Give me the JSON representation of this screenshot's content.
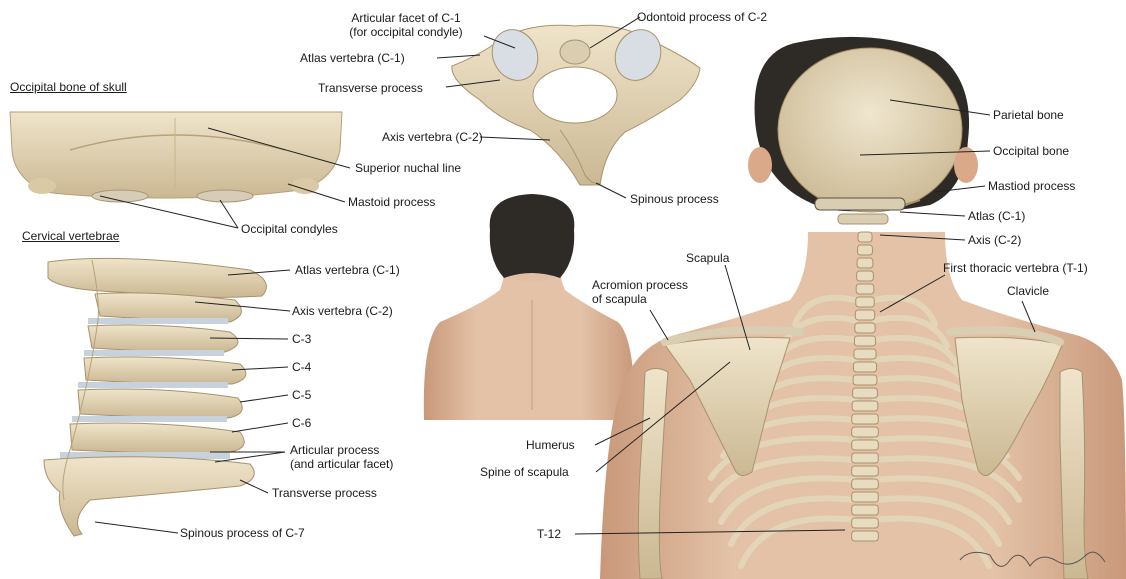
{
  "colors": {
    "bone": "#e8dcc0",
    "bone_shade": "#cdbb95",
    "bone_dark": "#b8a27a",
    "skin": "#e2bfa3",
    "skin_shade": "#c99a7d",
    "hair": "#2e2a26",
    "cartilage": "#c7d2dc",
    "leader": "#222222",
    "text": "#1a1a1a"
  },
  "headings": {
    "occipital_bone_of_skull": "Occipital bone of skull",
    "cervical_vertebrae": "Cervical vertebrae"
  },
  "labels": {
    "articular_facet_c1_line1": "Articular facet of C-1",
    "articular_facet_c1_line2": "(for occipital condyle)",
    "odontoid_process": "Odontoid process of C-2",
    "atlas_vertebra_top": "Atlas vertebra (C-1)",
    "transverse_process_top": "Transverse process",
    "axis_vertebra_top": "Axis vertebra (C-2)",
    "spinous_process_top": "Spinous process",
    "superior_nuchal_line": "Superior nuchal line",
    "mastoid_process": "Mastoid process",
    "occipital_condyles": "Occipital condyles",
    "atlas_vertebra_side": "Atlas vertebra (C-1)",
    "axis_vertebra_side": "Axis vertebra (C-2)",
    "c3": "C-3",
    "c4": "C-4",
    "c5": "C-5",
    "c6": "C-6",
    "articular_process_line1": "Articular process",
    "articular_process_line2": "(and articular facet)",
    "transverse_process_side": "Transverse process",
    "spinous_process_c7": "Spinous process of C-7",
    "parietal_bone": "Parietal bone",
    "occipital_bone": "Occipital bone",
    "mastiod_process": "Mastiod process",
    "atlas_c1": "Atlas (C-1)",
    "axis_c2": "Axis (C-2)",
    "scapula": "Scapula",
    "first_thoracic": "First thoracic vertebra (T-1)",
    "acromion_line1": "Acromion process",
    "acromion_line2": "of scapula",
    "clavicle": "Clavicle",
    "humerus": "Humerus",
    "spine_of_scapula": "Spine of scapula",
    "t12": "T-12"
  }
}
